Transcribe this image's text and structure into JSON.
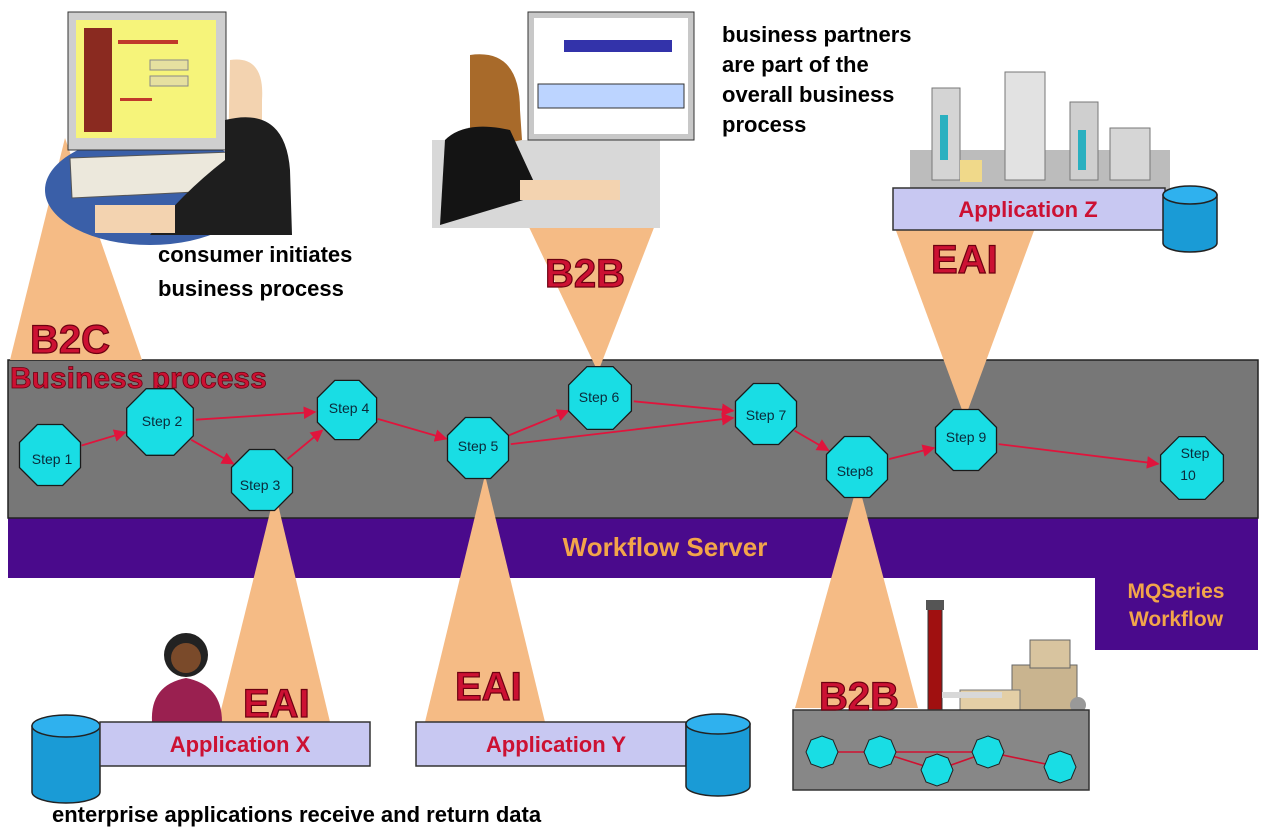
{
  "captions": {
    "consumer_line1": "consumer initiates",
    "consumer_line2": "business process",
    "partners_line1": "business partners",
    "partners_line2": "are part of the",
    "partners_line3": "overall business",
    "partners_line4": "process",
    "enterprise": "enterprise applications receive and return data"
  },
  "labels": {
    "b2c": "B2C",
    "b2b_top": "B2B",
    "b2b_bottom": "B2B",
    "eai_z": "EAI",
    "eai_x": "EAI",
    "eai_y": "EAI",
    "business_process": "Business process",
    "workflow_server": "Workflow Server",
    "mqseries_line1": "MQSeries",
    "mqseries_line2": "Workflow"
  },
  "applications": {
    "x": "Application X",
    "y": "Application Y",
    "z": "Application Z"
  },
  "steps": [
    {
      "id": "step1",
      "label": "Step 1"
    },
    {
      "id": "step2",
      "label": "Step 2"
    },
    {
      "id": "step3",
      "label": "Step 3"
    },
    {
      "id": "step4",
      "label": "Step 4"
    },
    {
      "id": "step5",
      "label": "Step 5"
    },
    {
      "id": "step6",
      "label": "Step 6"
    },
    {
      "id": "step7",
      "label": "Step 7"
    },
    {
      "id": "step8",
      "label": "Step8"
    },
    {
      "id": "step9",
      "label": "Step 9"
    },
    {
      "id": "step10",
      "label": "Step 10"
    }
  ],
  "connections": [
    [
      "step1",
      "step2"
    ],
    [
      "step2",
      "step4"
    ],
    [
      "step2",
      "step3"
    ],
    [
      "step3",
      "step4"
    ],
    [
      "step4",
      "step5"
    ],
    [
      "step5",
      "step6"
    ],
    [
      "step5",
      "step7"
    ],
    [
      "step6",
      "step7"
    ],
    [
      "step7",
      "step8"
    ],
    [
      "step8",
      "step9"
    ],
    [
      "step9",
      "step10"
    ]
  ],
  "colors": {
    "step_fill": "#19dde4",
    "arrow": "#e0143c",
    "band": "#777777",
    "workflow_server": "#4a0a8c",
    "app_box": "#c8c8f2",
    "beam": "#f5bb85",
    "label_red": "#cc1133",
    "label_orange": "#f2a54a"
  }
}
